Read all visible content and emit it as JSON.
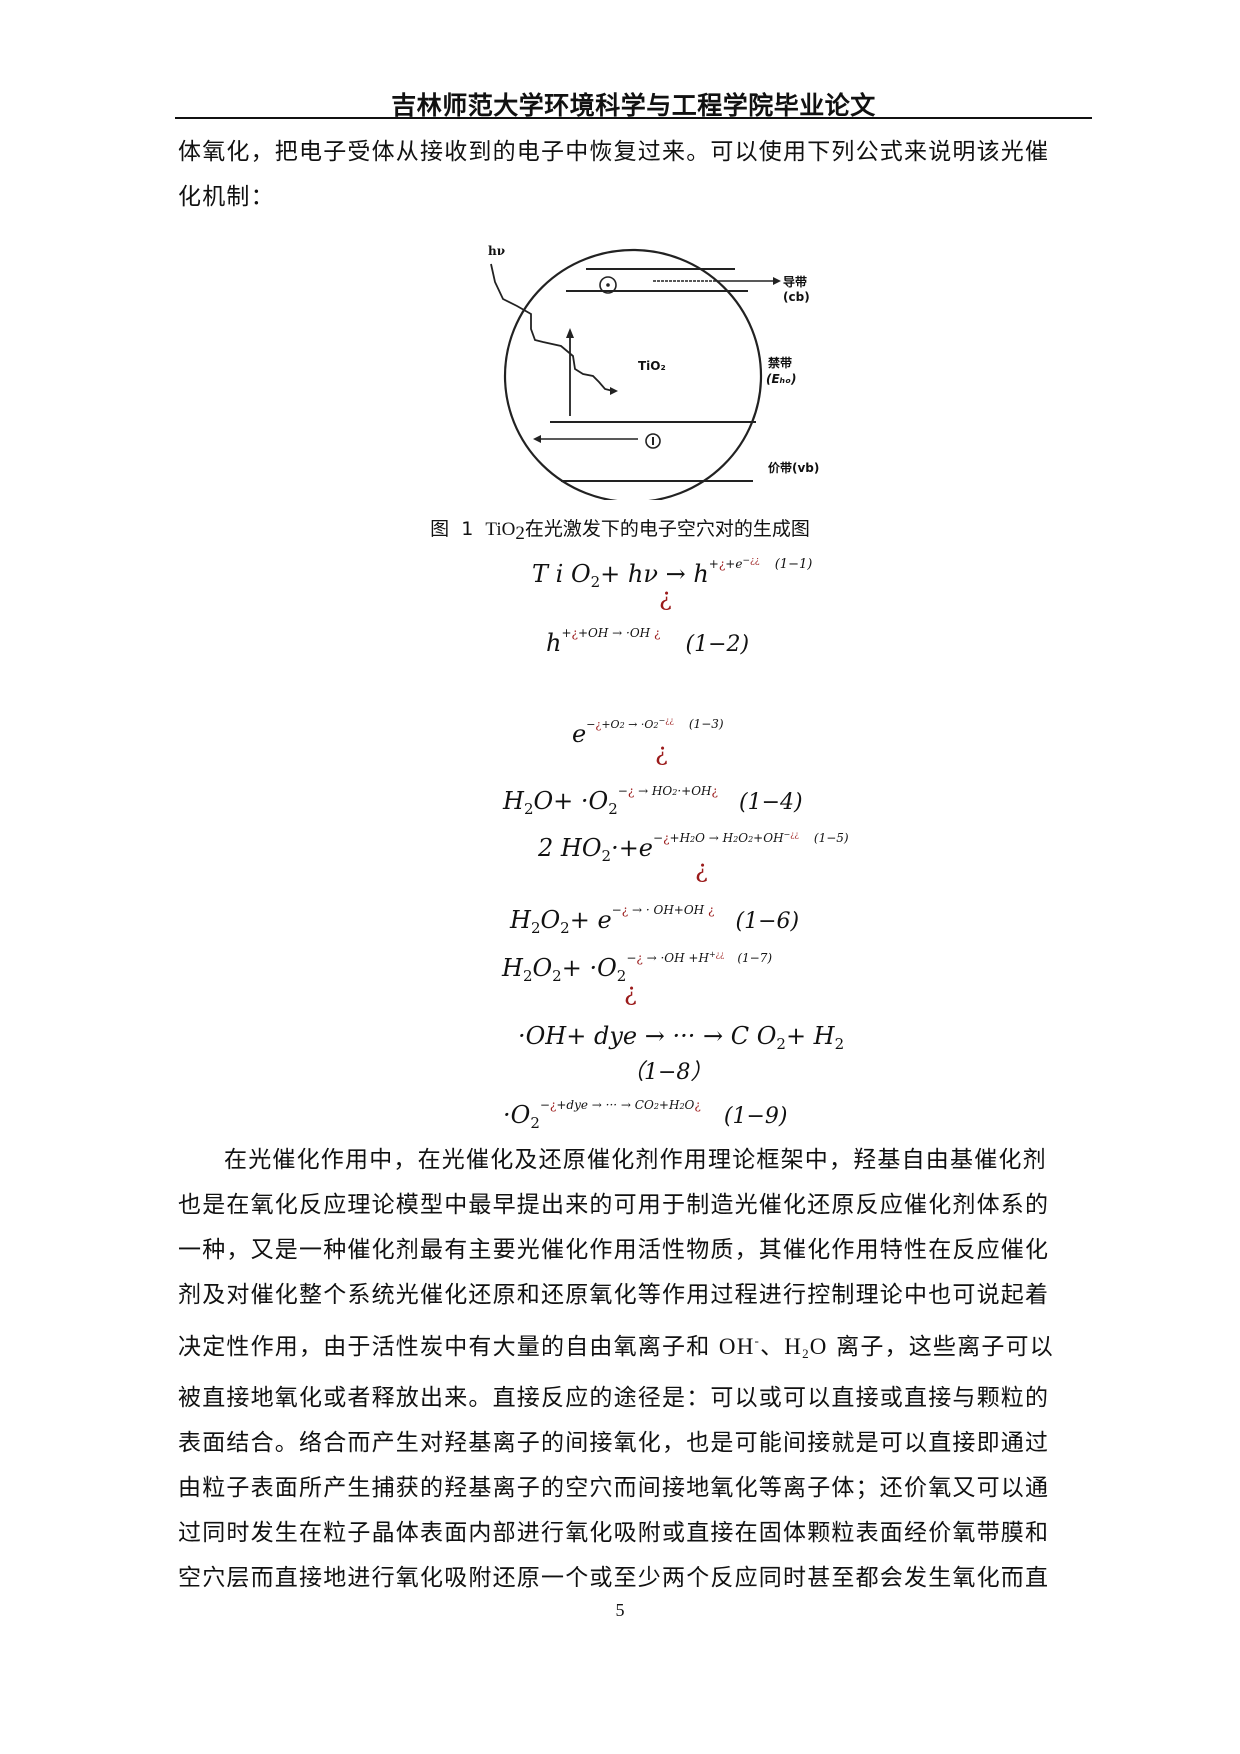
{
  "header": {
    "title": "吉林师范大学环境科学与工程学院毕业论文"
  },
  "intro_paragraph": {
    "lines": [
      "体氧化，把电子受体从接收到的电子中恢复过来。可以使用下列公式来说明该光催",
      "化机制："
    ]
  },
  "figure": {
    "labels": {
      "photon": "hν",
      "conduction_band": "导带(cb)",
      "band_gap": "禁带",
      "band_gap_symbol": "(Eₕₒ)",
      "material": "TiO₂",
      "valence_band": "价带(vb)"
    },
    "caption": {
      "prefix": "图  1  ",
      "formula": "TiO",
      "formula_sub": "2",
      "text": "在光激发下的电子空穴对的生成图"
    }
  },
  "equations": [
    {
      "id": "1-1",
      "main": "TiO₂+hν → h",
      "sup": "+¿+e⁻¿¿",
      "tag": "（1−1）",
      "artifact": "¿"
    },
    {
      "id": "1-2",
      "main": "h",
      "sup": "+¿+OH → ·OH ¿",
      "tag": "（1−2）"
    },
    {
      "id": "1-3",
      "main": "e",
      "sup": "−¿+O₂ → ·O₂⁻¿¿",
      "tag": "（1−3）",
      "artifact": "¿"
    },
    {
      "id": "1-4",
      "main": "H₂O+·O₂",
      "sup": "−¿ → HO₂·+OH¿",
      "tag": "（1−4）"
    },
    {
      "id": "1-5",
      "main": "2HO₂·+e",
      "sup": "−¿+H₂O → H₂O₂+OH⁻¿¿",
      "tag": "（1−5）",
      "artifact": "¿"
    },
    {
      "id": "1-6",
      "main": "H₂O₂+e",
      "sup": "−¿ → ·OH+OH ¿",
      "tag": "（1−6）"
    },
    {
      "id": "1-7",
      "main": "H₂O₂+·O₂",
      "sup": "−¿ → ·OH +H⁺¿¿",
      "tag": "（1−7）",
      "artifact": "¿"
    },
    {
      "id": "1-8",
      "main": "·OH+dye → ··· → CO₂+H₂",
      "tag": "（1−8）"
    },
    {
      "id": "1-9",
      "main": "·O₂",
      "sup": "−¿+dye → ··· → CO₂+H₂O¿",
      "tag": "（1−9）"
    }
  ],
  "body_paragraph": {
    "lines": [
      "在光催化作用中，在光催化及还原催化剂作用理论框架中，羟基自由基催化剂",
      "也是在氧化反应理论模型中最早提出来的可用于制造光催化还原反应催化剂体系的",
      "一种，又是一种催化剂最有主要光催化作用活性物质，其催化作用特性在反应催化",
      "剂及对催化整个系统光催化还原和还原氧化等作用过程进行控制理论中也可说起着"
    ],
    "line5_pre": "决定性作用，由于活性炭中有大量的自由氧离子和 ",
    "line5_oh": "OH",
    "line5_oh_sup": "-",
    "line5_mid": "、",
    "line5_h": "H",
    "line5_h_sub": "2",
    "line5_o": "O",
    "line5_post": " 离子，这些离子可以",
    "lines_after": [
      "被直接地氧化或者释放出来。直接反应的途径是：可以或可以直接或直接与颗粒的",
      "表面结合。络合而产生对羟基离子的间接氧化，也是可能间接就是可以直接即通过",
      "由粒子表面所产生捕获的羟基离子的空穴而间接地氧化等离子体；还价氧又可以通",
      "过同时发生在粒子晶体表面内部进行氧化吸附或直接在固体颗粒表面经价氧带膜和",
      "空穴层而直接地进行氧化吸附还原一个或至少两个反应同时甚至都会发生氧化而直"
    ]
  },
  "footer": {
    "page_number": "5"
  },
  "colors": {
    "text": "#111111",
    "artifact_red": "#9b1b1b",
    "background": "#ffffff"
  }
}
